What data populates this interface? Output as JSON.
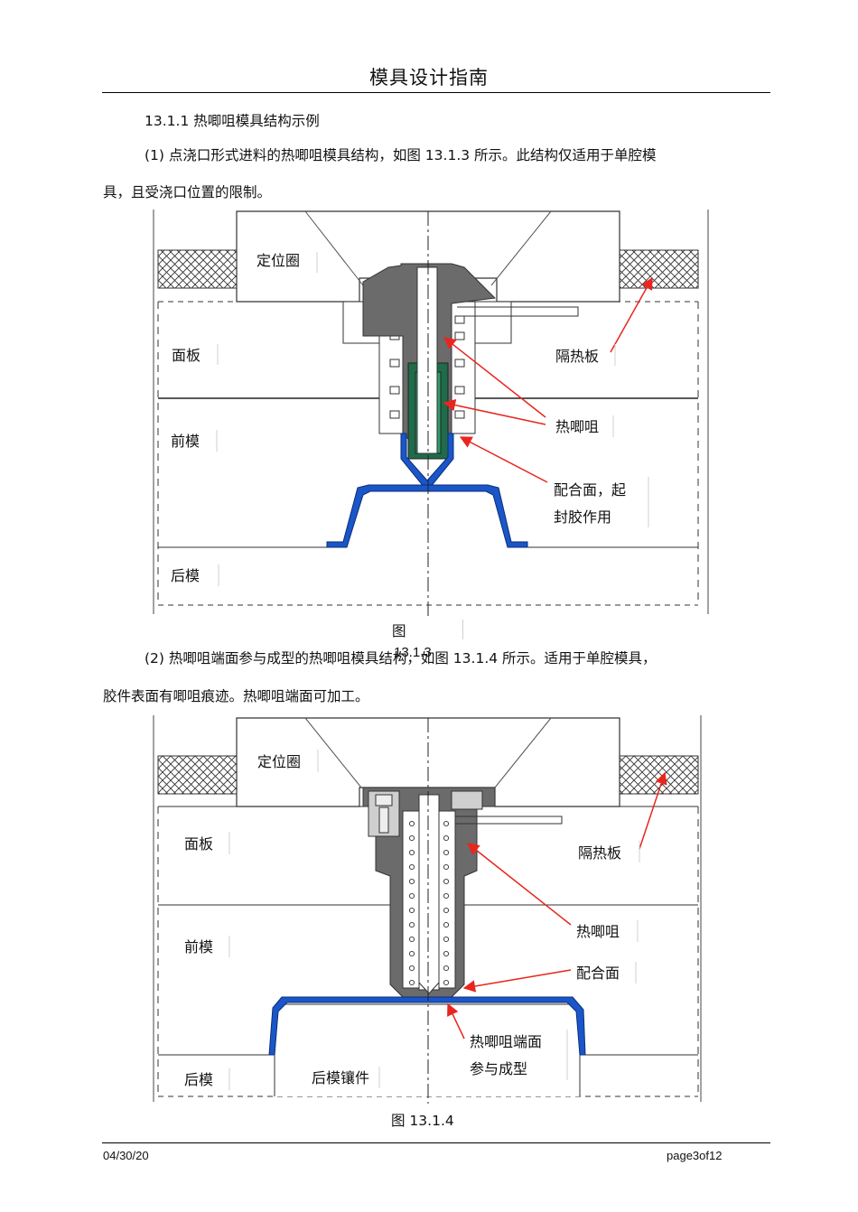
{
  "header": {
    "title": "模具设计指南"
  },
  "section": {
    "heading": "13.1.1   热唧咀模具结构示例"
  },
  "para1": {
    "line1": "(1) 点浇口形式进料的热唧咀模具结构，如图      13.1.3  所示。此结构仅适用于单腔模",
    "line2": "具，且受浇口位置的限制。"
  },
  "fig1": {
    "labels": {
      "locating_ring": "定位圈",
      "top_plate": "面板",
      "insulation": "隔热板",
      "front_mold": "前模",
      "hot_nozzle": "热唧咀",
      "fit_face_1": "配合面，起",
      "fit_face_2": "封胶作用",
      "rear_mold": "后模"
    },
    "caption_1": "图",
    "caption_2": "13.1.3"
  },
  "para2": {
    "line1": "(2) 热唧咀端面参与成型的热唧咀模具结构，如图      13.1.4  所示。适用于单腔模具，",
    "line2": "胶件表面有唧咀痕迹。热唧咀端面可加工。"
  },
  "fig2": {
    "labels": {
      "locating_ring": "定位圈",
      "top_plate": "面板",
      "insulation": "隔热板",
      "front_mold": "前模",
      "hot_nozzle": "热唧咀",
      "fit_face": "配合面",
      "end_face_1": "热唧咀端面",
      "end_face_2": "参与成型",
      "rear_mold": "后模",
      "rear_insert": "后模镶件"
    },
    "caption": "图 13.1.4"
  },
  "footer": {
    "date": "04/30/20",
    "page": "page3of12"
  },
  "colors": {
    "arrow": "#e8261f",
    "part": "#1a56c8",
    "nozzle": "#6b6b6b",
    "green": "#1f6b4a"
  }
}
